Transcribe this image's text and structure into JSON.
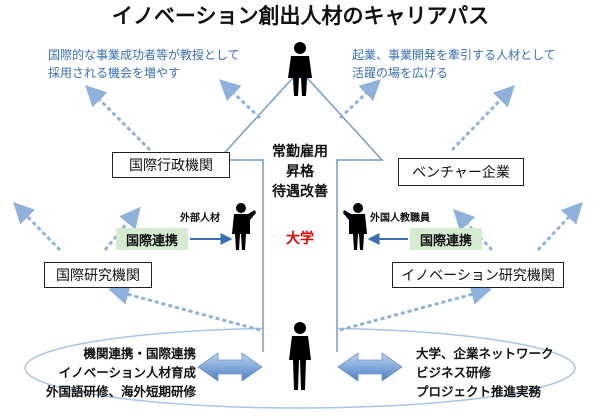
{
  "title": "イノベーション創出人材のキャリアパス",
  "top_left_note": [
    "国際的な事業成功者等が教授として",
    "採用される機会を増やす"
  ],
  "top_right_note": [
    "起業、事業開発を牽引する人材として",
    "活躍の場を広げる"
  ],
  "center_text": [
    "常勤雇用",
    "昇格",
    "待遇改善"
  ],
  "university_label": "大学",
  "boxes": {
    "intl_admin": "国際行政機関",
    "venture": "ベンチャー企業",
    "intl_research": "国際研究機関",
    "innov_research": "イノベーション研究機関"
  },
  "green_labels": {
    "left": "国際連携",
    "right": "国際連携"
  },
  "figure_labels": {
    "left": "外部人材",
    "right": "外国人教職員"
  },
  "bottom_left": [
    "機関連携・国際連携",
    "イノベーション人材育成",
    "外国語研修、海外短期研修"
  ],
  "bottom_right": [
    "大学、企業ネットワーク",
    "ビジネス研修",
    "プロジェクト推進実務"
  ],
  "colors": {
    "accent_blue": "#3a6fb8",
    "dashed_arrow": "#8fb2dc",
    "green_box": "#d6ecd0",
    "university_red": "#e00000",
    "arrow_outline": "#6f95c8"
  }
}
